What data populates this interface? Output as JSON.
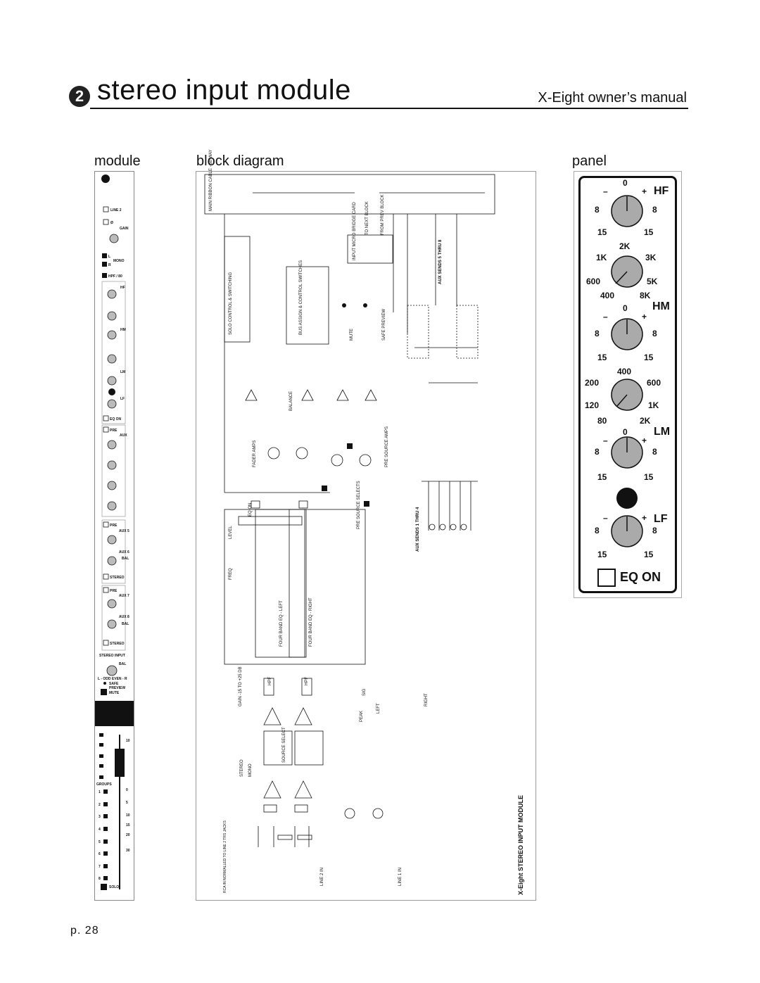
{
  "header": {
    "section_number": "2",
    "title": "stereo input module",
    "manual": "X-Eight owner’s manual"
  },
  "labels": {
    "module": "module",
    "block_diagram": "block diagram",
    "panel": "panel"
  },
  "panel": {
    "hf": {
      "band": "HF",
      "top": "0",
      "minus": "–",
      "plus": "+",
      "left": "8",
      "right": "8",
      "bl": "15",
      "br": "15"
    },
    "hm_freq": {
      "top": "2K",
      "tl": "1K",
      "tr": "3K",
      "ml": "600",
      "mr": "5K",
      "bl": "400",
      "br": "8K"
    },
    "hm": {
      "band": "HM",
      "top": "0",
      "minus": "–",
      "plus": "+",
      "left": "8",
      "right": "8",
      "bl": "15",
      "br": "15"
    },
    "lm_freq": {
      "top": "400",
      "tl": "200",
      "tr": "600",
      "ml": "120",
      "mr": "1K",
      "bl": "80",
      "br": "2K"
    },
    "lm": {
      "band": "LM",
      "top": "0",
      "minus": "–",
      "plus": "+",
      "left": "8",
      "right": "8",
      "bl": "15",
      "br": "15"
    },
    "lf": {
      "band": "LF",
      "minus": "–",
      "plus": "+",
      "left": "8",
      "right": "8",
      "bl": "15",
      "br": "15"
    },
    "eq_on": "EQ ON"
  },
  "strip": {
    "line2": "LINE 2",
    "phase": "Ø",
    "gain": "GAIN",
    "mono": "MONO",
    "l": "L",
    "r": "R",
    "hpf": "HPF / 80",
    "hf": "HF",
    "hm": "HM",
    "lm": "LM",
    "lf": "LF",
    "eq_on": "EQ ON",
    "pre": "PRE",
    "aux": "AUX",
    "aux5": "AUX 5",
    "aux6": "AUX 6",
    "aux7": "AUX 7",
    "aux8": "AUX 8",
    "bal": "BAL",
    "stereo": "STEREO",
    "stereo_input": "STEREO INPUT",
    "odd_even": "L - ODD     EVEN - R",
    "safe_preview": "SAFE PREVIEW",
    "mute": "MUTE",
    "solo": "SOLO",
    "groups": "GROUPS",
    "meter_marks": [
      "10",
      "0",
      "5",
      "10",
      "15",
      "20",
      "30"
    ],
    "group_numbers": [
      "1",
      "2",
      "3",
      "4",
      "5",
      "6",
      "7",
      "8"
    ]
  },
  "diagram": {
    "ribbon": "MAIN RIBBON CABLE - 50 WAY",
    "solo_control": "SOLO CONTROL & SWITCHING",
    "bus_assign": "BUS ASSIGN & CONTROL SWITCHES",
    "input_micro": "INPUT MICRO BRIDGE CARD",
    "to_next": "TO NEXT BLOCK",
    "from_prev": "FROM PREV BLOCK",
    "aux_sends_5_8": "AUX SENDS 5 THRU 8",
    "aux_sends_1_4": "AUX SENDS 1 THRU 4",
    "four_band_left": "FOUR BAND EQ - LEFT",
    "four_band_right": "FOUR BAND EQ - RIGHT",
    "source_select": "SOURCE SELECT",
    "fader_amps": "FADER AMPS",
    "pre_source_amps": "PRE SOURCE AMPS",
    "pre_source_selects": "PRE SOURCE SELECTS",
    "balance": "BALANCE",
    "line1_in": "LINE 1 IN",
    "line2_in": "LINE 2 IN",
    "rca_in": "RCA IN NORMALLED TO LINE 2 TRS JACKS",
    "module_title": "X-Eight STEREO INPUT MODULE",
    "eq_on": "EQ ON",
    "hpf": "HPF",
    "gain": "GAIN -15 TO +25 DB",
    "peak": "PEAK",
    "sig": "SIG",
    "left": "LEFT",
    "right": "RIGHT",
    "mute": "MUTE",
    "safe_preview": "SAFE PREVIEW",
    "level": "LEVEL",
    "freq": "FREQ",
    "mono": "MONO",
    "stereo": "STEREO"
  },
  "footer": {
    "page": "p. 28"
  }
}
